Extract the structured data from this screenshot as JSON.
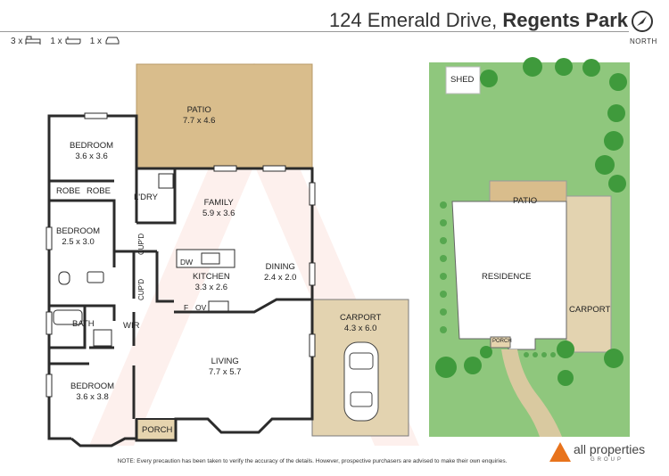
{
  "header": {
    "address": "124 Emerald Drive,",
    "suburb": "Regents Park",
    "north_label": "NORTH"
  },
  "features": [
    {
      "count": "3 x",
      "icon": "bed-icon"
    },
    {
      "count": "1 x",
      "icon": "bath-icon"
    },
    {
      "count": "1 x",
      "icon": "car-icon"
    }
  ],
  "floorplan": {
    "patio": {
      "name": "PATIO",
      "dims": "7.7 x 4.6"
    },
    "bedroom1": {
      "name": "BEDROOM",
      "dims": "3.6 x 3.6"
    },
    "robe1": "ROBE",
    "robe2": "ROBE",
    "laundry": "L'DRY",
    "family": {
      "name": "FAMILY",
      "dims": "5.9 x 3.6"
    },
    "bedroom2": {
      "name": "BEDROOM",
      "dims": "2.5 x 3.0"
    },
    "cupd1": "CUP'D",
    "cupd2": "CUP'D",
    "dw": "DW",
    "kitchen": {
      "name": "KITCHEN",
      "dims": "3.3 x 2.6"
    },
    "dining": {
      "name": "DINING",
      "dims": "2.4 x 2.0"
    },
    "fridge": "F",
    "oven": "OV",
    "bath": "BATH",
    "wir": "WIR",
    "carport": {
      "name": "CARPORT",
      "dims": "4.3 x 6.0"
    },
    "living": {
      "name": "LIVING",
      "dims": "7.7 x 5.7"
    },
    "bedroom3": {
      "name": "BEDROOM",
      "dims": "3.6 x 3.8"
    },
    "porch": "PORCH"
  },
  "siteplan": {
    "shed": "SHED",
    "patio": "PATIO",
    "residence": "RESIDENCE",
    "carport": "CARPORT",
    "porch": "PORCH"
  },
  "footer": {
    "note": "NOTE: Every precaution has been taken to verify the accuracy of the details. However, prospective purchasers are advised to make their own enquiries.",
    "brand": "all properties",
    "brand_sub": "GROUP"
  },
  "colors": {
    "patio": "#d9bd8c",
    "carport": "#e3d3b0",
    "grass": "#8fc77d",
    "tree": "#3f9a3c",
    "wall": "#2b2b2b",
    "brand_orange": "#e8731c"
  }
}
